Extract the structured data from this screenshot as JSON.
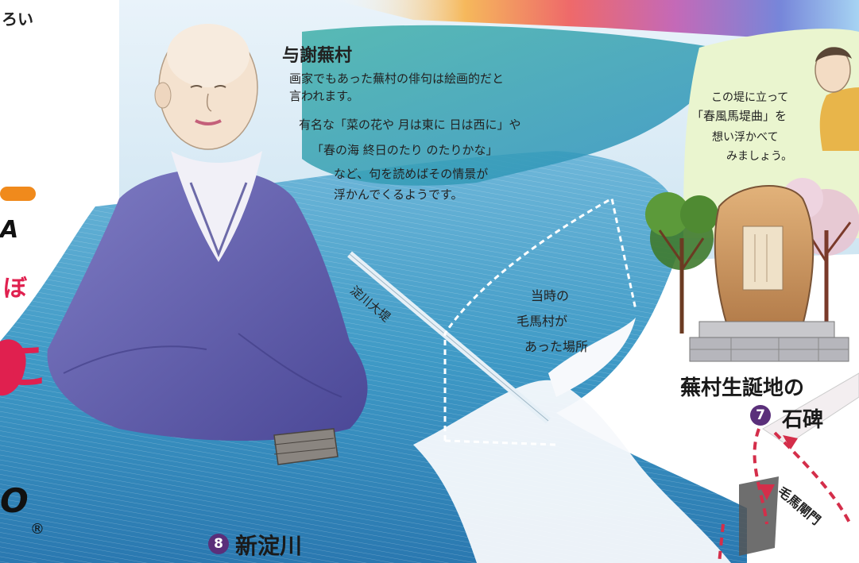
{
  "corner_text": "ろい",
  "left_brand": {
    "letter_a": "A",
    "kana_bo": "ぼ",
    "kana_ko": "こ",
    "letter_o": "O",
    "registered": "®"
  },
  "buson_note": {
    "name": "与謝蕪村",
    "lines": [
      "画家でもあった蕪村の俳句は絵画的だと",
      "言われます。",
      "有名な「菜の花や 月は東に 日は西に」や",
      "「春の海 終日のたり のたりかな」",
      "など、句を読めばその情景が",
      "浮かんでくるようです。"
    ]
  },
  "embankment_label": "淀川大堤",
  "village_note": [
    "当時の",
    "毛馬村が",
    "あった場所"
  ],
  "visitor_note": [
    "この堤に立って",
    "「春風馬堤曲」を",
    "想い浮かべて",
    "みましょう。"
  ],
  "landmark7": {
    "number": "7",
    "line1": "蕪村生誕地の",
    "line2": "石碑"
  },
  "landmark8": {
    "number": "8",
    "name": "新淀川"
  },
  "road_label": "毛馬閘門",
  "colors": {
    "river": "#2f8fbd",
    "badge": "#5a2f7a",
    "robe": "#5b5aa6",
    "route": "#d42e4a",
    "brand_red": "#e0204f",
    "brand_orange": "#f08a1c"
  }
}
